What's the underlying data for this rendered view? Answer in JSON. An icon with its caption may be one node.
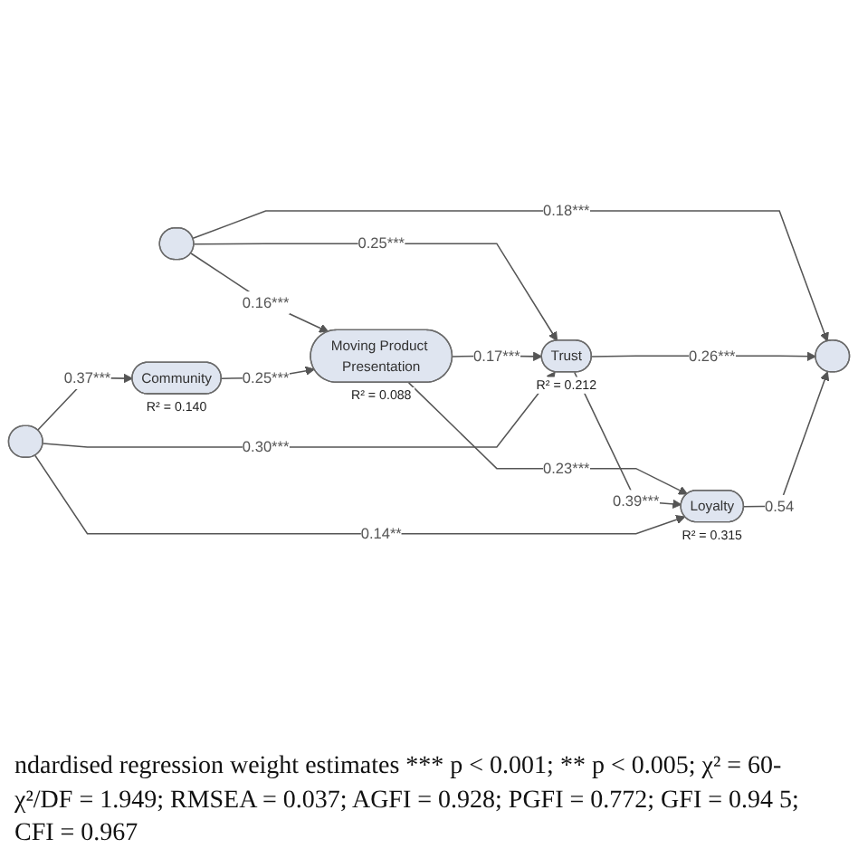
{
  "diagram": {
    "caption": "ndardised regression weight estimates *** p < 0.001; ** p < 0.005; χ² = 60- χ²/DF = 1.949; RMSEA = 0.037; AGFI = 0.928; PGFI = 0.772; GFI = 0.94 5; CFI = 0.967",
    "nodes": [
      {
        "text": [],
        "shape": "ellipse"
      },
      {
        "text": [],
        "shape": "ellipse"
      },
      {
        "text": [
          "Moving Product Presentation"
        ],
        "beside": [
          "R² = 0.088"
        ]
      },
      {
        "text": [
          "Trust"
        ],
        "beside": [
          "R² = 0.212"
        ]
      },
      {
        "text": [
          "Community"
        ],
        "beside": [
          "R² = 0.140"
        ]
      },
      {
        "text": [],
        "shape": "ellipse"
      },
      {
        "text": [
          "Loyalty"
        ],
        "beside": [
          "R² = 0.315"
        ]
      }
    ],
    "edges": [
      {
        "from": 0,
        "to": 1,
        "arrow": "to",
        "label": "0.18***"
      },
      {
        "from": 0,
        "to": 2,
        "arrow": "to",
        "label": "0.16***"
      },
      {
        "from": 0,
        "to": 3,
        "arrow": "to",
        "label": "0.25***"
      },
      {
        "from": 4,
        "to": 2,
        "arrow": "to",
        "label": "0.25***"
      },
      {
        "from": 2,
        "to": 3,
        "arrow": "to",
        "label": "0.17***"
      },
      {
        "from": 3,
        "to": 1,
        "arrow": "to",
        "label": "0.26***"
      },
      {
        "from": 2,
        "to": 6,
        "arrow": "to",
        "label": "0.23***"
      },
      {
        "from": 3,
        "to": 6,
        "arrow": "to",
        "label": "0.39***"
      },
      {
        "from": 6,
        "to": 1,
        "arrow": "to",
        "label": "0.54"
      },
      {
        "from": 5,
        "to": 4,
        "arrow": "to",
        "label": "0.37***"
      },
      {
        "from": 5,
        "to": 3,
        "arrow": "to",
        "label": "0.30***"
      },
      {
        "from": 5,
        "to": 6,
        "arrow": "to",
        "label": "0.14**"
      }
    ]
  }
}
